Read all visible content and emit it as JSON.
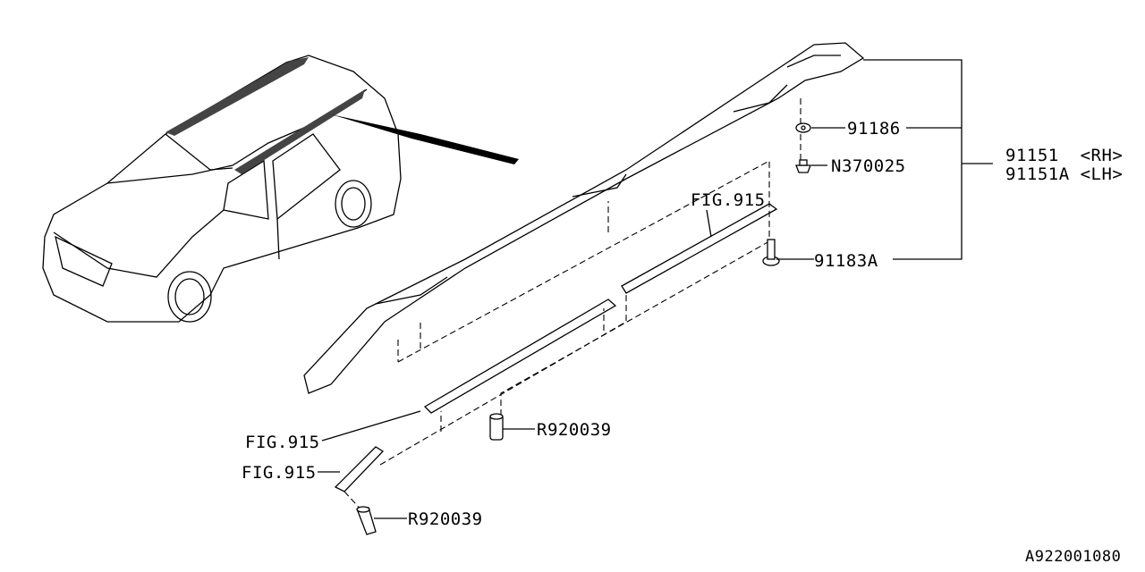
{
  "labels": {
    "p91186": "91186",
    "n370025": "N370025",
    "p91151_rh": "91151  <RH>",
    "p91151a_lh": "91151A <LH>",
    "p91183a": "91183A",
    "fig915_upper": "FIG.915",
    "fig915_mid": "FIG.915",
    "fig915_lower": "FIG.915",
    "r920039_upper": "R920039",
    "r920039_lower": "R920039"
  },
  "diagram_id": "A922001080"
}
